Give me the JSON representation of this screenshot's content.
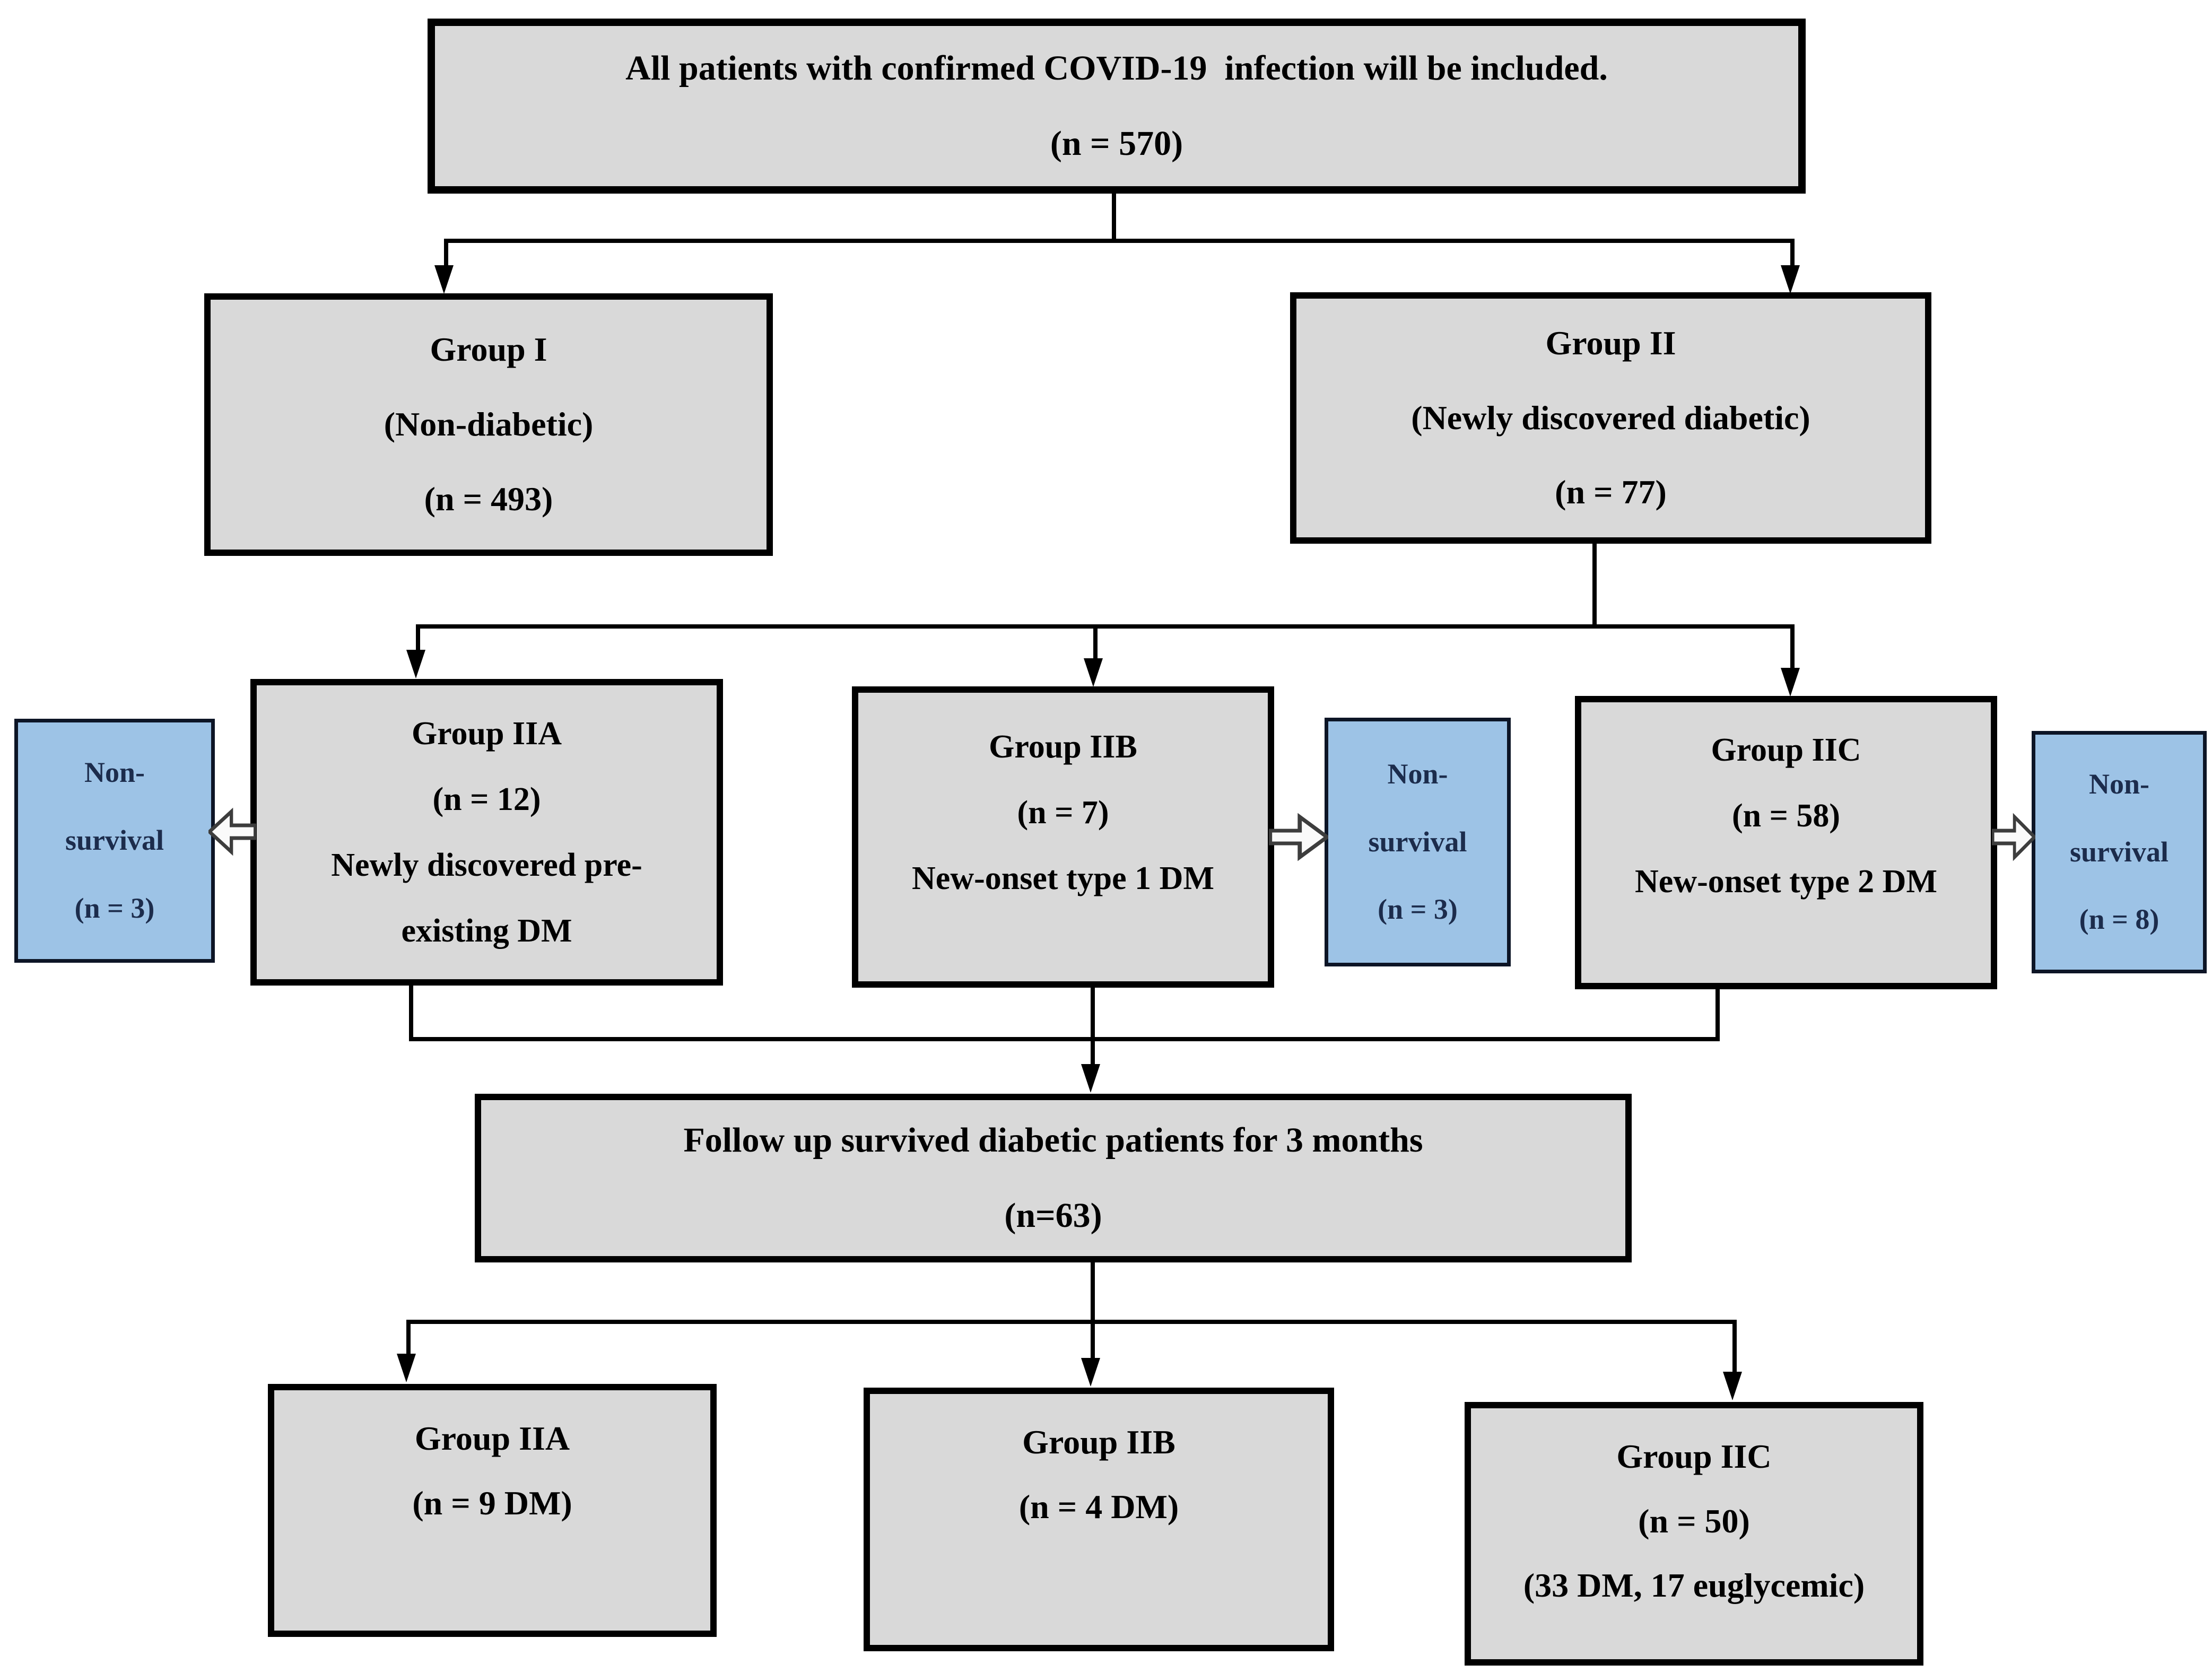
{
  "figure": {
    "type": "flowchart",
    "nodes": {
      "total": {
        "lines": [
          "All patients with confirmed COVID-19  infection will be included.",
          "(n = 570)"
        ]
      },
      "group_i": {
        "lines": [
          "Group I",
          "(Non-diabetic)",
          "(n = 493)"
        ]
      },
      "group_ii": {
        "lines": [
          "Group II",
          "(Newly discovered diabetic)",
          "(n = 77)"
        ]
      },
      "group_iia": {
        "lines": [
          "Group IIA",
          "(n = 12)",
          "Newly discovered pre-",
          "existing DM"
        ]
      },
      "group_iib": {
        "lines": [
          "Group IIB",
          "(n = 7)",
          "New-onset type 1 DM"
        ]
      },
      "group_iic": {
        "lines": [
          "Group IIC",
          "(n = 58)",
          "New-onset type 2 DM"
        ]
      },
      "non_survival_a": {
        "lines": [
          "Non-",
          "survival",
          "(n = 3)"
        ]
      },
      "non_survival_b": {
        "lines": [
          "Non-",
          "survival",
          "(n = 3)"
        ]
      },
      "non_survival_c": {
        "lines": [
          "Non-",
          "survival",
          "(n = 8)"
        ]
      },
      "follow_up": {
        "lines": [
          "Follow up survived diabetic patients for 3 months",
          "(n=63)"
        ]
      },
      "final_iia": {
        "lines": [
          "Group IIA",
          "(n = 9 DM)"
        ]
      },
      "final_iib": {
        "lines": [
          "Group IIB",
          "(n = 4 DM)"
        ]
      },
      "final_iic": {
        "lines": [
          "Group IIC",
          "(n = 50)",
          "(33 DM, 17 euglycemic)"
        ]
      }
    },
    "colors": {
      "node_fill": "#d9d9d9",
      "node_border": "#000000",
      "highlight_fill": "#9dc3e6",
      "highlight_border": "#0d1526",
      "highlight_text": "#1c2c4c",
      "connector": "#000000"
    }
  }
}
